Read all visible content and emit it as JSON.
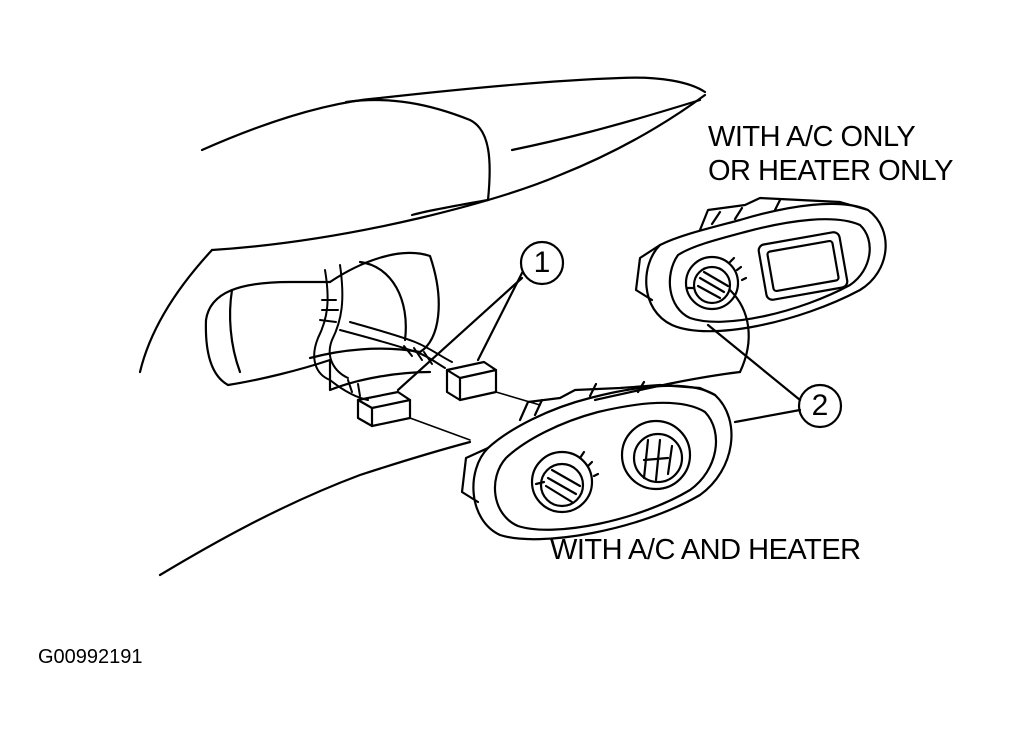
{
  "labels": {
    "ac_only_line1": "WITH A/C ONLY",
    "ac_only_line2": "OR HEATER ONLY",
    "ac_and_heater": "WITH A/C AND HEATER"
  },
  "callouts": {
    "connectors": "1",
    "control_panel": "2"
  },
  "figure_id": "G00992191"
}
